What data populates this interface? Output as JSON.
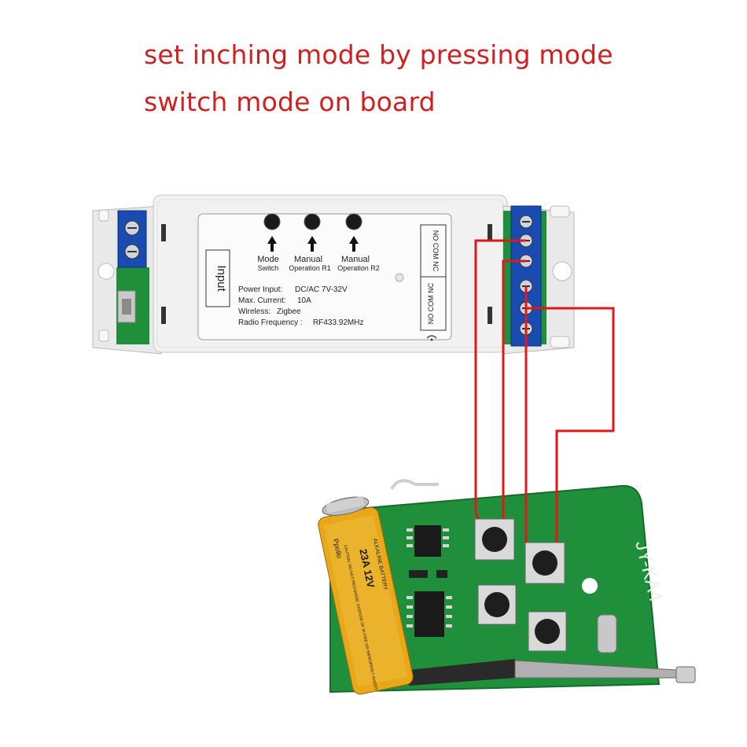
{
  "caption": {
    "line1": "set inching mode by pressing mode",
    "line2": "switch mode on board"
  },
  "relay_board": {
    "buttons": [
      {
        "title": "Mode",
        "sub": "Switch"
      },
      {
        "title": "Manual",
        "sub": "Operation R1"
      },
      {
        "title": "Manual",
        "sub": "Operation R2"
      }
    ],
    "input_label": "Input",
    "specs": [
      {
        "key": "Power Input:",
        "value": "DC/AC 7V-32V"
      },
      {
        "key": "Max. Current:",
        "value": "10A"
      },
      {
        "key": "Wireless:",
        "value": "Zigbee"
      },
      {
        "key": "Radio Frequency :",
        "value": "RF433.92MHz"
      }
    ],
    "terminal_label_top": "NO COM NC",
    "terminal_label_bottom": "NO COM NC"
  },
  "remote": {
    "board_label": "JY-KA4",
    "battery_model": "23A 12V",
    "battery_type": "ALKALINE BATTERY",
    "battery_warning": "CAUTION: DO NOT RECHARGE, DISPOSE OF IN FIRE OR IMPROPERLY INSERT",
    "battery_brand": "Ppollo"
  },
  "colors": {
    "caption": "#d41f1f",
    "wire": "#e01818",
    "pcb": "#1f8f3c",
    "terminal": "#1a4bb0",
    "enclosure": "#f1f1f1"
  }
}
